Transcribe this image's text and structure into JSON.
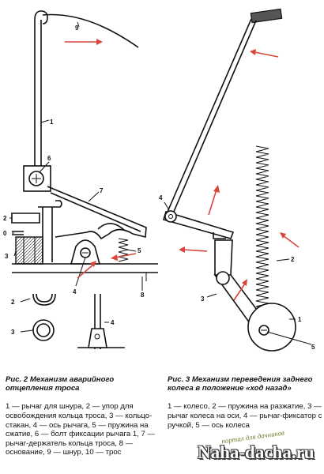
{
  "fig2": {
    "labels": {
      "l1": "1",
      "l2": "2",
      "l0": "0",
      "l3": "3",
      "l4": "4",
      "l5": "5",
      "l6": "6",
      "l7": "7",
      "l8": "8",
      "l9": "9",
      "l2b": "2",
      "l3b": "3",
      "l4b": "4"
    },
    "caption_title": "Рис. 2 Механизм аварийного отцепления троса",
    "caption_body": "1 — рычаг для шнура, 2 — упор для освобождения кольца троса, 3 — кольцо-стакан, 4 — ось рычага, 5 — пружина на сжатие, 6 — болт фиксации рычага 1, 7 — рычаг-держатель кольца троса, 8 — основание, 9 — шнур, 10 — трос"
  },
  "fig3": {
    "labels": {
      "l1": "1",
      "l2": "2",
      "l3": "3",
      "l4": "4",
      "l5": "5"
    },
    "caption_title": "Рис. 3 Механизм переведения заднего колеса в положение «ход назад»",
    "caption_body": "1 — колесо, 2 — пружина на разжатие, 3 — рычаг колеса на оси, 4 — рычаг-фиксатор с ручкой, 5 — ось колеса"
  },
  "watermark": {
    "sub": "портал для дачников",
    "main": "Naha-dacha.ru"
  },
  "colors": {
    "arrow": "#d9443b",
    "ink": "#111111"
  }
}
